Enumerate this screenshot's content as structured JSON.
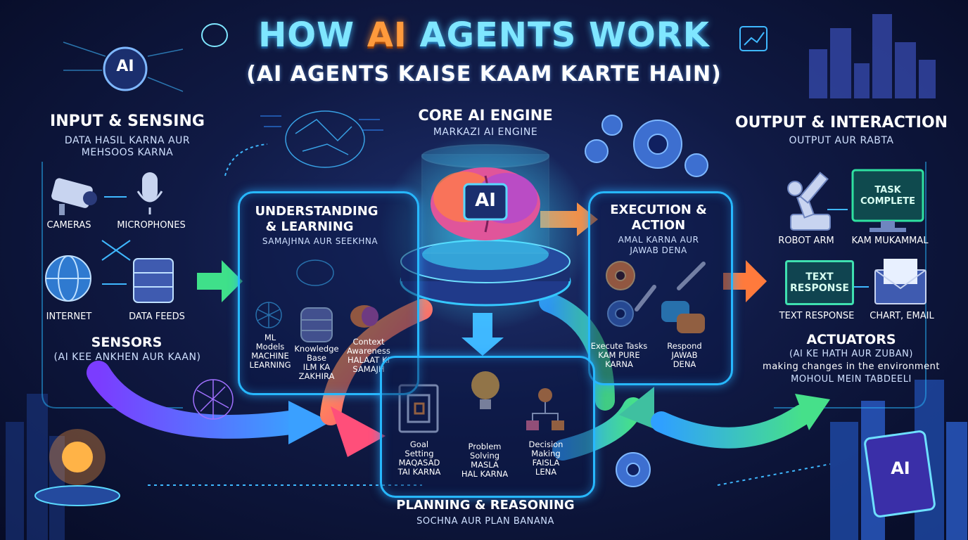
{
  "title": {
    "prefix": "HOW ",
    "highlight": "AI",
    "suffix": " AGENTS WORK"
  },
  "subtitle": "(AI AGENTS KAISE KAAM KARTE HAIN)",
  "input": {
    "heading": "INPUT & SENSING",
    "subheading_1": "DATA HASIL KARNA AUR",
    "subheading_2": "MEHSOOS KARNA",
    "items": [
      "CAMERAS",
      "MICROPHONES",
      "INTERNET",
      "DATA FEEDS"
    ],
    "sensors_title": "SENSORS",
    "sensors_sub": "(AI KEE ANKHEN AUR KAAN)",
    "badge": "AI"
  },
  "core": {
    "heading": "CORE AI ENGINE",
    "subheading": "MARKAZI AI ENGINE",
    "chip": "AI"
  },
  "understanding": {
    "heading_1": "UNDERSTANDING",
    "heading_2": "& LEARNING",
    "subheading": "SAMAJHNA AUR SEEKHNA",
    "ml": [
      "ML",
      "Models",
      "MACHINE",
      "LEARNING"
    ],
    "kb": [
      "Knowledge",
      "Base",
      "ILM KA",
      "ZAKHIRA"
    ],
    "ctx": [
      "Context",
      "Awareness",
      "HALAAT KI",
      "SAMAJH"
    ]
  },
  "execution": {
    "heading_1": "EXECUTION &",
    "heading_2": "ACTION",
    "sub_1": "AMAL KARNA AUR",
    "sub_2": "JAWAB DENA",
    "tasks": [
      "Execute Tasks",
      "KAM PURE",
      "KARNA"
    ],
    "respond": [
      "Respond",
      "JAWAB",
      "DENA"
    ]
  },
  "planning": {
    "heading": "PLANNING & REASONING",
    "subheading": "SOCHNA AUR PLAN BANANA",
    "goal": [
      "Goal",
      "Setting",
      "MAQASAD",
      "TAI KARNA"
    ],
    "problem": [
      "Problem",
      "Solving",
      "MASLA",
      "HAL KARNA"
    ],
    "decision": [
      "Decision",
      "Making",
      "FAISLA",
      "LENA"
    ]
  },
  "output": {
    "heading": "OUTPUT & INTERACTION",
    "subheading": "OUTPUT AUR RABTA",
    "robot": "ROBOT ARM",
    "task_box": [
      "TASK",
      "COMPLETE"
    ],
    "task_label": "KAM MUKAMMAL",
    "text_box": [
      "TEXT",
      "RESPONSE"
    ],
    "text_label": "TEXT RESPONSE",
    "chart_label": "CHART, EMAIL",
    "actuators_title": "ACTUATORS",
    "actuators_sub_1": "(AI KE HATH AUR ZUBAN)",
    "actuators_sub_2": "making changes in the environment",
    "actuators_sub_3": "MOHOUL MEIN TABDEELI",
    "city_badge": "AI"
  },
  "colors": {
    "accent_cyan": "#27b8ff",
    "accent_orange": "#ff8a3c",
    "accent_green": "#3fe08a",
    "bg": "#0c1540"
  }
}
